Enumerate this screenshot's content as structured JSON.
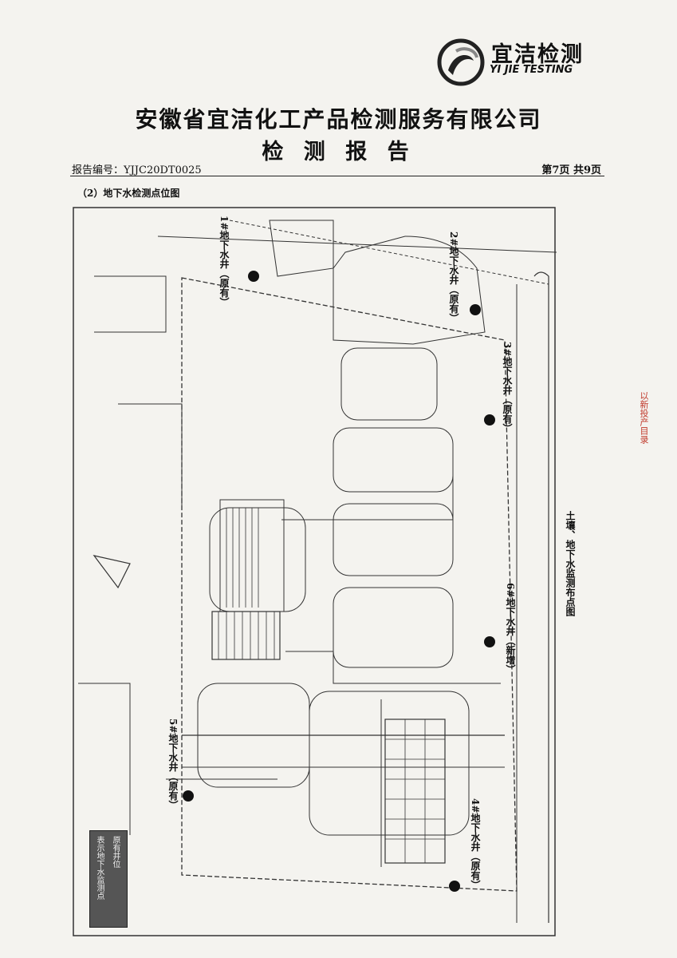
{
  "header": {
    "logo_cn": "宜洁检测",
    "logo_en": "YI JIE TESTING",
    "company": "安徽省宜洁化工产品检测服务有限公司",
    "title": "检 测 报 告",
    "report_no": "报告编号：YJJC20DT0025",
    "page": "第7页 共9页"
  },
  "section_title": "（2）地下水检测点位图",
  "wells": [
    {
      "label": "1#地下水井（原有）"
    },
    {
      "label": "2#地下水井（原有）"
    },
    {
      "label": "3#地下水井（原有）"
    },
    {
      "label": "4#地下水井（原有）"
    },
    {
      "label": "5#地下水井（原有）"
    },
    {
      "label": "6#地下水井（新增）"
    }
  ],
  "side_caption": "土壤、地下水监测布点图",
  "legend": {
    "line1": "表示地下水监测点",
    "line2": "原有井位"
  },
  "stamp_text": "以新投产目录"
}
